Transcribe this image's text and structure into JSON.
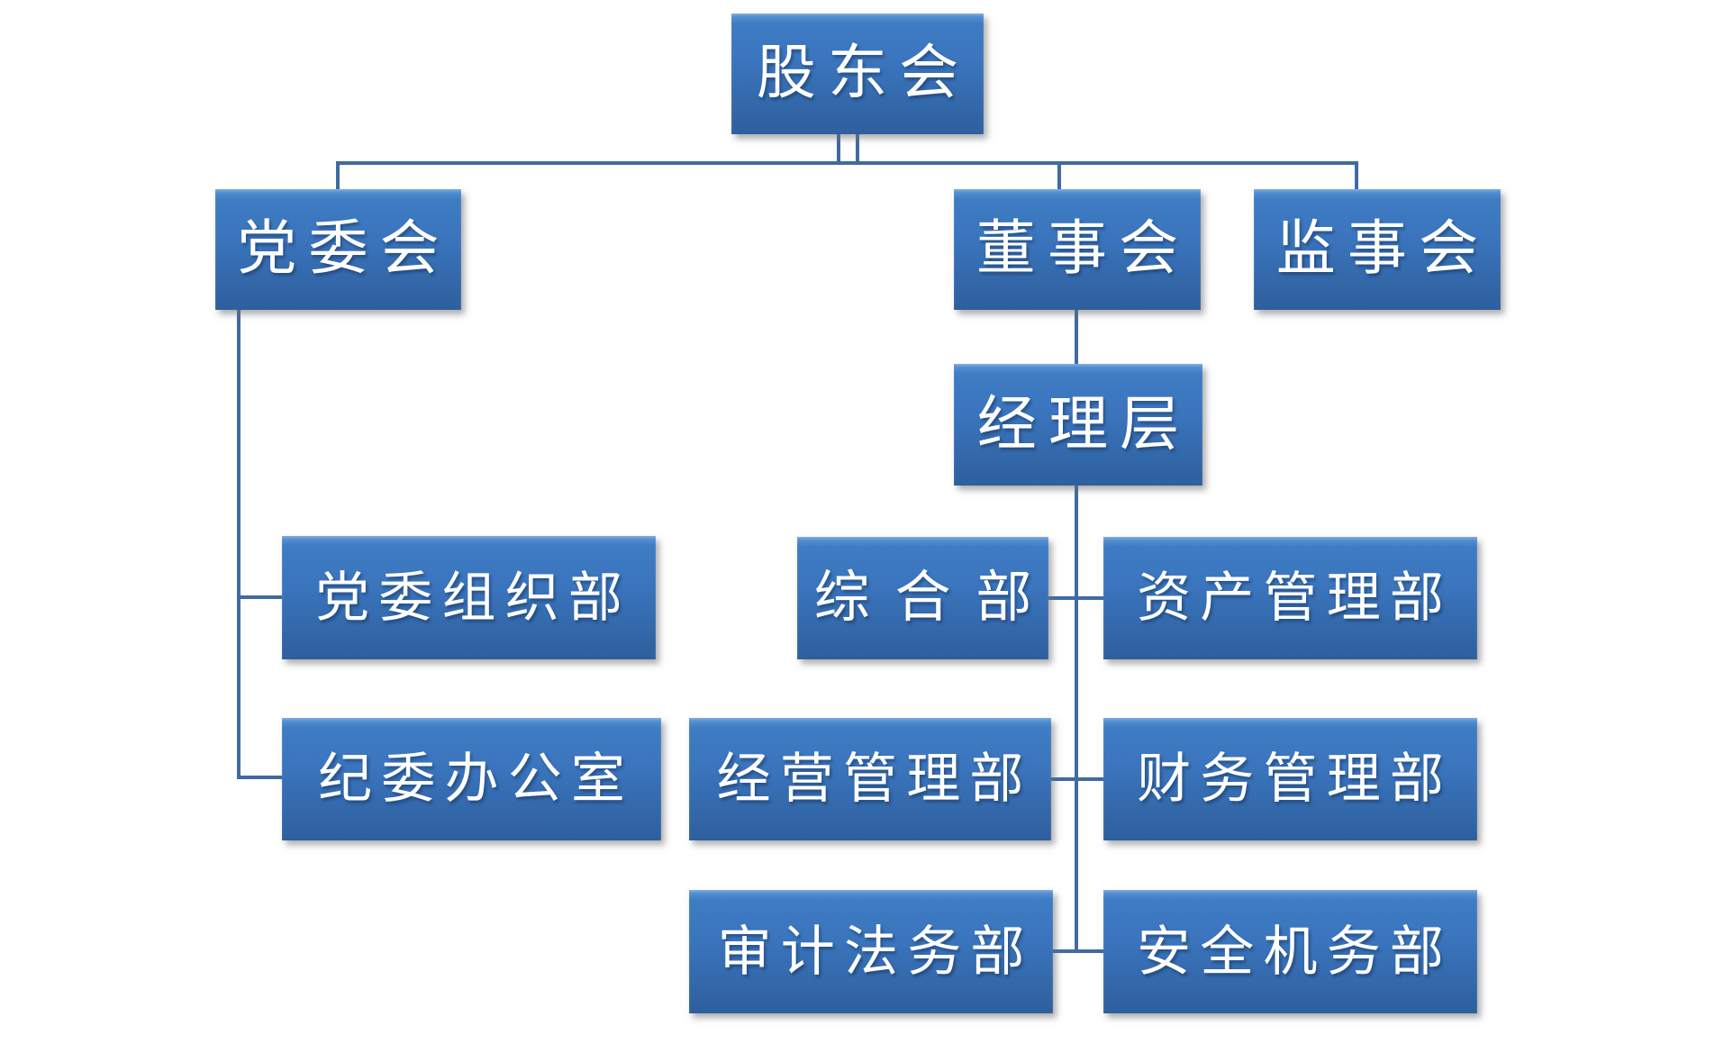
{
  "nodes": {
    "shareholders": {
      "label": "股东会"
    },
    "party_committee": {
      "label": "党委会"
    },
    "board_of_directors": {
      "label": "董事会"
    },
    "supervisory_board": {
      "label": "监事会"
    },
    "management_team": {
      "label": "经理层"
    },
    "party_organization_dept": {
      "label": "党委组织部"
    },
    "discipline_committee_office": {
      "label": "纪委办公室"
    },
    "general_dept": {
      "label": "综合部"
    },
    "asset_management_dept": {
      "label": "资产管理部"
    },
    "operation_management_dept": {
      "label": "经营管理部"
    },
    "financial_management_dept": {
      "label": "财务管理部"
    },
    "audit_legal_dept": {
      "label": "审计法务部"
    },
    "safety_equipment_dept": {
      "label": "安全机务部"
    }
  },
  "edges": [
    {
      "from": "shareholders",
      "to": "party_committee"
    },
    {
      "from": "shareholders",
      "to": "board_of_directors"
    },
    {
      "from": "shareholders",
      "to": "supervisory_board"
    },
    {
      "from": "board_of_directors",
      "to": "management_team"
    },
    {
      "from": "party_committee",
      "to": "party_organization_dept"
    },
    {
      "from": "party_committee",
      "to": "discipline_committee_office"
    },
    {
      "from": "management_team",
      "to": "general_dept"
    },
    {
      "from": "management_team",
      "to": "asset_management_dept"
    },
    {
      "from": "management_team",
      "to": "operation_management_dept"
    },
    {
      "from": "management_team",
      "to": "financial_management_dept"
    },
    {
      "from": "management_team",
      "to": "audit_legal_dept"
    },
    {
      "from": "management_team",
      "to": "safety_equipment_dept"
    }
  ],
  "colors": {
    "box_top": "#5e97d8",
    "box_mid": "#3e7cc4",
    "box_bottom": "#2e5f9d",
    "connector": "#406ba0",
    "text": "#ffffff",
    "page_bg": "#ffffff"
  }
}
